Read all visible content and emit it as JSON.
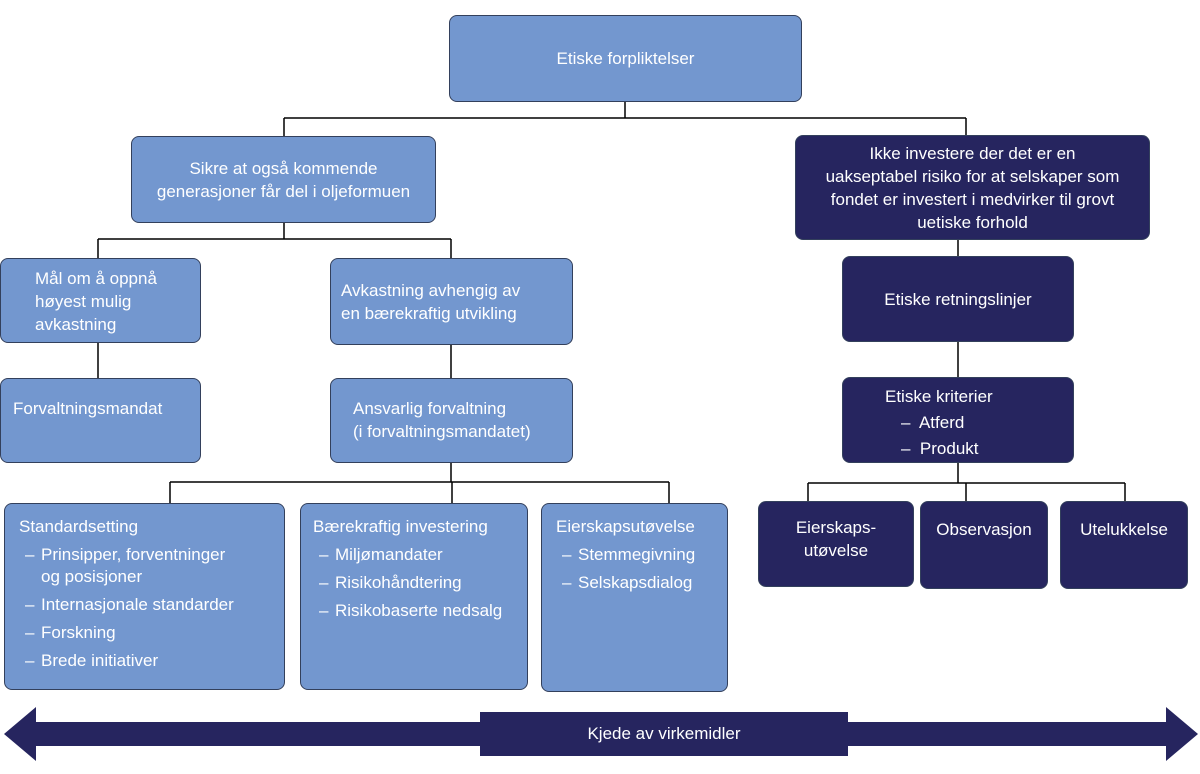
{
  "colors": {
    "light": "#7397cf",
    "dark": "#26255f",
    "line": "#000000"
  },
  "nodes": {
    "root": "Etiske forpliktelser",
    "left_goal": [
      "Sikre at også kommende",
      "generasjoner får del i oljeformuen"
    ],
    "right_goal": [
      "Ikke investere der det er en",
      "uakseptabel risiko for at selskaper som",
      "fondet er investert i medvirker til grovt",
      "uetiske forhold"
    ],
    "high_return": [
      "Mål om å oppnå",
      "høyest mulig",
      "avkastning"
    ],
    "sustainable_return": [
      "Avkastning avhengig av",
      "en bærekraftig utvikling"
    ],
    "management_mandate": "Forvaltningsmandat",
    "responsible_mgmt": [
      "Ansvarlig forvaltning",
      "(i forvaltningsmandatet)"
    ],
    "ethical_guidelines": "Etiske retningslinjer",
    "ethical_criteria": {
      "title": "Etiske kriterier",
      "items": [
        "Atferd",
        "Produkt"
      ]
    },
    "standard_setting": {
      "title": "Standardsetting",
      "items": [
        [
          "Prinsipper, forventninger",
          "og posisjoner"
        ],
        [
          "Internasjonale standarder"
        ],
        [
          "Forskning"
        ],
        [
          "Brede initiativer"
        ]
      ]
    },
    "sustainable_investing": {
      "title": "Bærekraftig investering",
      "items": [
        "Miljømandater",
        "Risikohåndtering",
        "Risikobaserte nedsalg"
      ]
    },
    "ownership_left": {
      "title": "Eierskapsutøvelse",
      "items": [
        "Stemmegivning",
        "Selskapsdialog"
      ]
    },
    "ownership_right": [
      "Eierskaps-",
      "utøvelse"
    ],
    "observation": "Observasjon",
    "exclusion": "Utelukkelse"
  },
  "arrow_label": "Kjede av virkemidler"
}
